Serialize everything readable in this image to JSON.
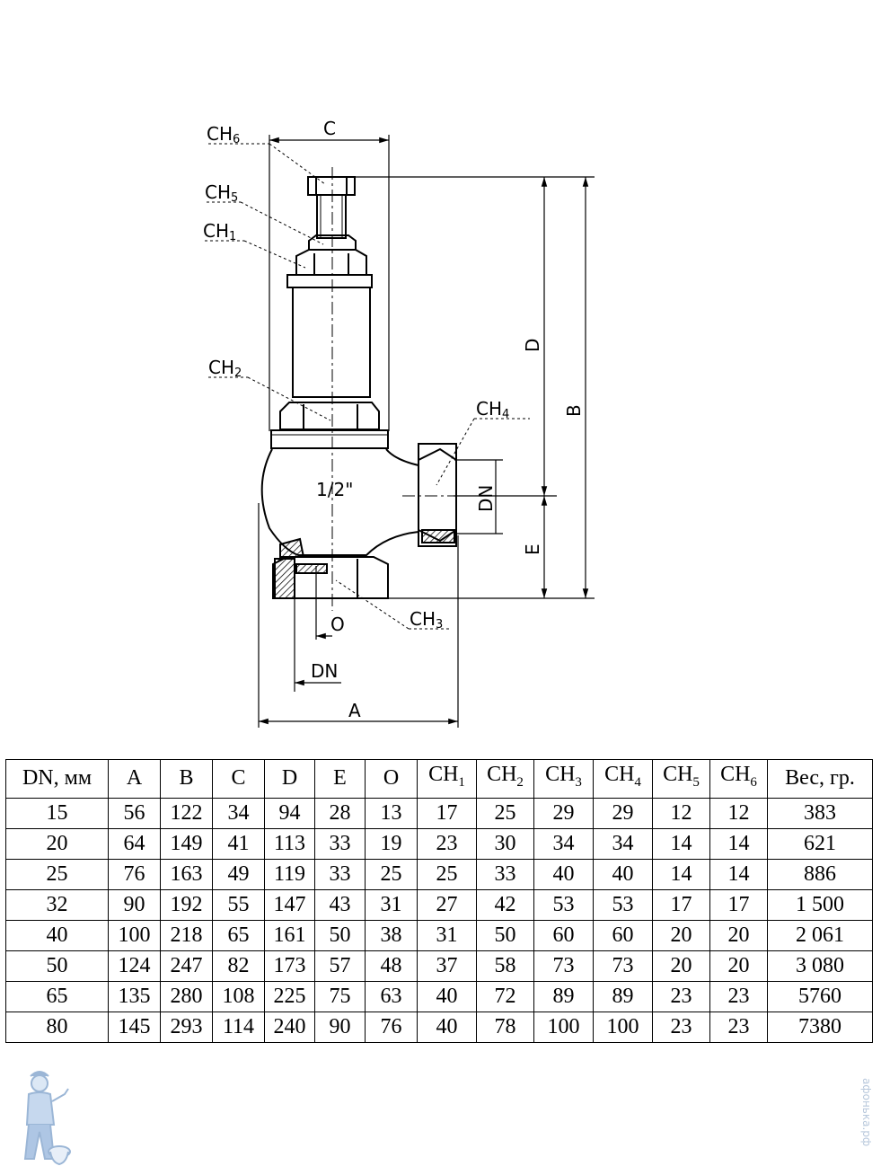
{
  "drawing": {
    "labels": {
      "ch6": "CH",
      "ch6_sub": "6",
      "ch5": "CH",
      "ch5_sub": "5",
      "ch1": "CH",
      "ch1_sub": "1",
      "ch2": "CH",
      "ch2_sub": "2",
      "ch4": "CH",
      "ch4_sub": "4",
      "ch3": "CH",
      "ch3_sub": "3",
      "c": "C",
      "d": "D",
      "b": "B",
      "e": "E",
      "dn_side": "DN",
      "thread": "1/2\"",
      "o": "O",
      "dn_bottom": "DN",
      "a": "A"
    }
  },
  "table": {
    "headers": [
      "DN, мм",
      "A",
      "B",
      "C",
      "D",
      "E",
      "O",
      "CH",
      "CH",
      "CH",
      "CH",
      "CH",
      "CH",
      "Вес, гр."
    ],
    "header_subs": [
      "",
      "",
      "",
      "",
      "",
      "",
      "",
      "1",
      "2",
      "3",
      "4",
      "5",
      "6",
      ""
    ],
    "rows": [
      [
        "15",
        "56",
        "122",
        "34",
        "94",
        "28",
        "13",
        "17",
        "25",
        "29",
        "29",
        "12",
        "12",
        "383"
      ],
      [
        "20",
        "64",
        "149",
        "41",
        "113",
        "33",
        "19",
        "23",
        "30",
        "34",
        "34",
        "14",
        "14",
        "621"
      ],
      [
        "25",
        "76",
        "163",
        "49",
        "119",
        "33",
        "25",
        "25",
        "33",
        "40",
        "40",
        "14",
        "14",
        "886"
      ],
      [
        "32",
        "90",
        "192",
        "55",
        "147",
        "43",
        "31",
        "27",
        "42",
        "53",
        "53",
        "17",
        "17",
        "1 500"
      ],
      [
        "40",
        "100",
        "218",
        "65",
        "161",
        "50",
        "38",
        "31",
        "50",
        "60",
        "60",
        "20",
        "20",
        "2 061"
      ],
      [
        "50",
        "124",
        "247",
        "82",
        "173",
        "57",
        "48",
        "37",
        "58",
        "73",
        "73",
        "20",
        "20",
        "3 080"
      ],
      [
        "65",
        "135",
        "280",
        "108",
        "225",
        "75",
        "63",
        "40",
        "72",
        "89",
        "89",
        "23",
        "23",
        "5760"
      ],
      [
        "80",
        "145",
        "293",
        "114",
        "240",
        "90",
        "76",
        "40",
        "78",
        "100",
        "100",
        "23",
        "23",
        "7380"
      ]
    ]
  },
  "watermark": "афонька.рф"
}
